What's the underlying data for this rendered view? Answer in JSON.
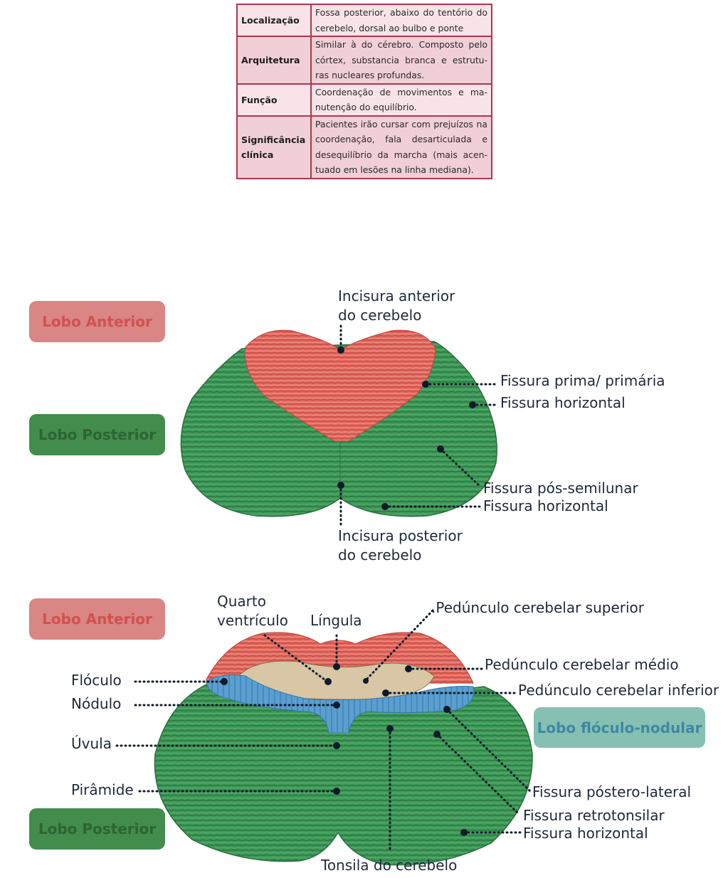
{
  "info_table": {
    "rows": [
      {
        "label": "Localização",
        "value": "Fossa posterior, abaixo do tentório do cerebelo, dorsal ao bulbo e ponte"
      },
      {
        "label": "Arquitetura",
        "value": "Similar à do cérebro. Composto pelo córtex, substancia branca e estrutu-ras nucleares profundas."
      },
      {
        "label": "Função",
        "value": "Coordenação de movimentos e ma-nutenção do equilíbrio."
      },
      {
        "label": "Significância clínica",
        "value": "Pacientes irão cursar com prejuízos na coordenação, fala desarticulada e desequilíbrio da marcha (mais acen-tuado em  lesões na linha mediana)."
      }
    ]
  },
  "colors": {
    "table_border": "#b0354f",
    "anterior_lobe": "#e0615a",
    "posterior_lobe": "#3e9a58",
    "flocculonodular_lobe": "#5a9fd0",
    "pointer": "#0e1a2b"
  },
  "top_view": {
    "badges": {
      "anterior": "Lobo Anterior",
      "posterior": "Lobo Posterior"
    },
    "labels": {
      "incisura_anterior_1": "Incisura anterior",
      "incisura_anterior_2": "do cerebelo",
      "fissura_prima": "Fissura prima/ primária",
      "fissura_horizontal_1": "Fissura horizontal",
      "fissura_pos_semilunar": "Fissura pós-semilunar",
      "fissura_horizontal_2": "Fissura horizontal",
      "incisura_posterior_1": "Incisura posterior",
      "incisura_posterior_2": "do cerebelo"
    }
  },
  "bottom_view": {
    "badges": {
      "anterior": "Lobo Anterior",
      "posterior": "Lobo Posterior",
      "flocculonodular": "Lobo flóculo-nodular"
    },
    "labels": {
      "quarto_ventriculo_1": "Quarto",
      "quarto_ventriculo_2": "ventrículo",
      "lingula": "Língula",
      "pedunculo_superior": ".Pedúnculo cerebelar superior",
      "pedunculo_medio": "Pedúnculo cerebelar médio",
      "pedunculo_inferior": "Pedúnculo cerebelar inferior",
      "floculo": "Flóculo",
      "nodulo": "Nódulo",
      "uvula": "Úvula",
      "piramide": "Pirâmide",
      "fissura_postero_lateral": "Fissura póstero-lateral",
      "fissura_retrotonsilar": "Fissura retrotonsilar",
      "fissura_horizontal": "Fissura horizontal",
      "tonsila": "Tonsila do cerebelo"
    }
  }
}
